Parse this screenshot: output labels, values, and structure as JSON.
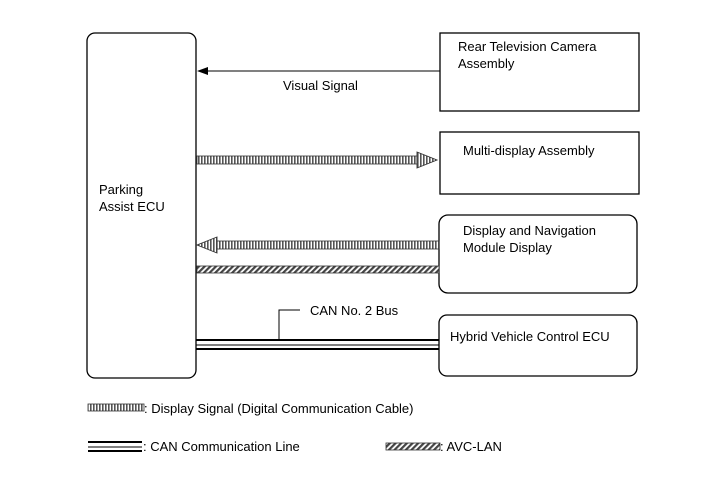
{
  "blocks": {
    "parking_ecu": "Parking\nAssist ECU",
    "camera": "Rear Television Camera\nAssembly",
    "multi_display": "Multi-display Assembly",
    "nav_display": "Display and Navigation\nModule Display",
    "hybrid_ecu": "Hybrid Vehicle Control ECU"
  },
  "signals": {
    "visual": "Visual Signal",
    "can_bus": "CAN No. 2 Bus"
  },
  "legend": {
    "display_signal": ": Display Signal (Digital Communication Cable)",
    "can_line": ": CAN Communication Line",
    "avc_lan": ": AVC-LAN"
  }
}
